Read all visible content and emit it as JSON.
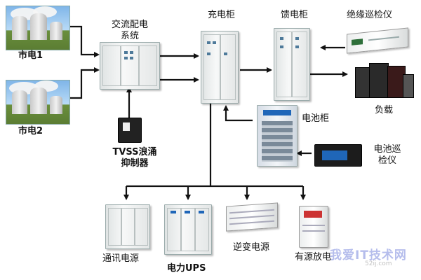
{
  "labels": {
    "city_power_1": "市电1",
    "city_power_2": "市电2",
    "ac_distribution_line1": "交流配电",
    "ac_distribution_line2": "系统",
    "charging_cabinet": "充电柜",
    "feeder_cabinet": "馈电柜",
    "insulation_monitor": "绝缘巡检仪",
    "load": "负载",
    "battery_cabinet": "电池柜",
    "tvss_line1": "TVSS浪涌",
    "tvss_line2": "抑制器",
    "battery_monitor_line1": "电池巡",
    "battery_monitor_line2": "检仪",
    "comm_power": "通讯电源",
    "power_ups": "电力UPS",
    "inverter_power": "逆变电源",
    "active_discharge": "有源放电"
  },
  "watermark": {
    "text": "我爱IT技术网",
    "url": "52ij.com"
  },
  "colors": {
    "arrow": "#111111",
    "text": "#111111",
    "watermark": "#8793dc"
  }
}
